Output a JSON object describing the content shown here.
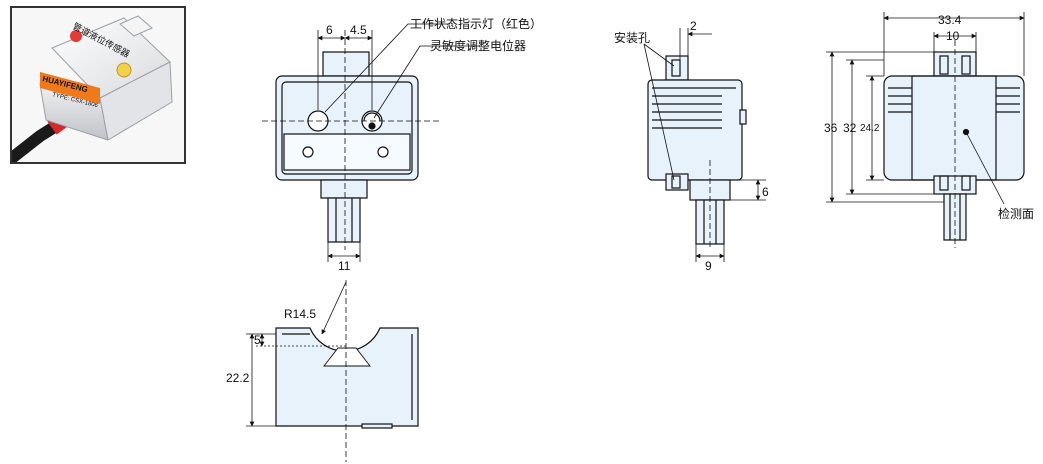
{
  "photo": {
    "brand": "HUAYIFENG",
    "product_name": "管道液位传感器",
    "model": "TYPE: CSX-1806"
  },
  "front_view": {
    "dim_6": "6",
    "dim_4_5": "4.5",
    "dim_11": "11",
    "label_indicator": "工作状态指示灯（红色）",
    "label_pot": "灵敏度调整电位器"
  },
  "side_view": {
    "dim_2": "2",
    "dim_6": "6",
    "dim_9": "9",
    "label_holes": "安装孔"
  },
  "back_view": {
    "dim_33_4": "33.4",
    "dim_10": "10",
    "dim_36": "36",
    "dim_32": "32",
    "dim_24_2": "24.2",
    "label_surface": "检测面"
  },
  "bottom_view": {
    "dim_r14_5": "R14.5",
    "dim_5": "5",
    "dim_22_2": "22.2"
  },
  "colors": {
    "body_fill": "#e8f2fb",
    "line": "#111111",
    "cable_red": "#d9262b"
  }
}
